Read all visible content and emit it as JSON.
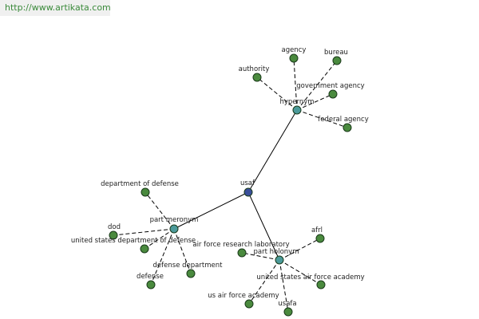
{
  "watermark": "http://www.artikata.com",
  "colors": {
    "root": "#3a4f9a",
    "relation": "#4b9a9a",
    "leaf": "#4a8a3e"
  },
  "nodes": {
    "usaf": "usaf",
    "hypernym": "hypernym",
    "part_meronym": "part meronym",
    "part_holonym": "part holonym",
    "agency": "agency",
    "bureau": "bureau",
    "authority": "authority",
    "government_agency": "government agency",
    "federal_agency": "federal agency",
    "department_of_defense": "department of defense",
    "dod": "dod",
    "us_department_of_defense": "united states department of defense",
    "defense_department": "defense department",
    "defense": "defense",
    "afrl": "afrl",
    "air_force_research_laboratory": "air force research laboratory",
    "us_air_force_academy": "united states air force academy",
    "us_air_force_academy_short": "us air force academy",
    "usafa": "usafa"
  }
}
